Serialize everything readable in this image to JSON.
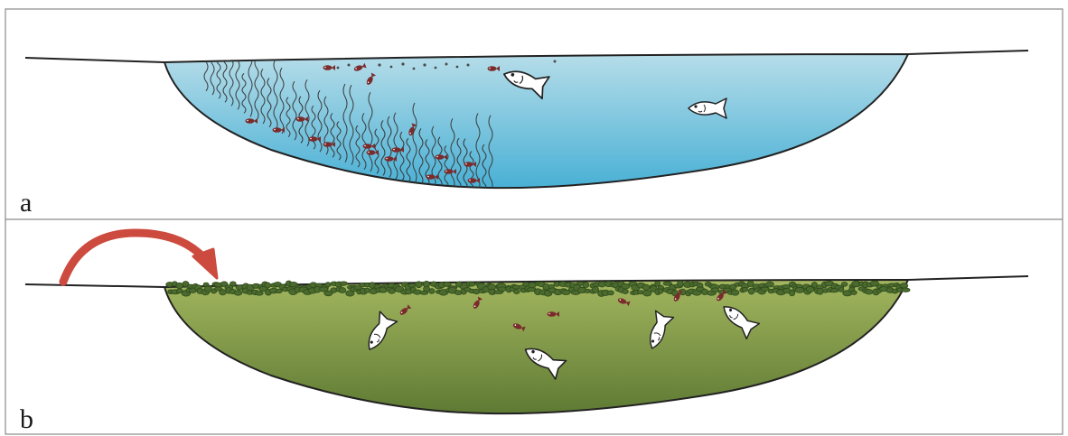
{
  "panels": [
    {
      "id": "a",
      "label": "a",
      "water_color_top": "#b6dde9",
      "water_color_bottom": "#49b0d5"
    },
    {
      "id": "b",
      "label": "b",
      "water_color_top": "#a3b65f",
      "water_color_bottom": "#5e7a33",
      "algae_color": "#4b6a2e"
    }
  ],
  "colors": {
    "outline": "#222222",
    "border": "#8a8a8a",
    "arrow": "#cc4a3e",
    "small_fish": "#7a2b2b",
    "large_fish_fill": "#ffffff"
  },
  "icons": [
    "large-fish-icon",
    "small-fish-icon",
    "aquatic-plant",
    "algae-bloom",
    "runoff-arrow-icon"
  ]
}
